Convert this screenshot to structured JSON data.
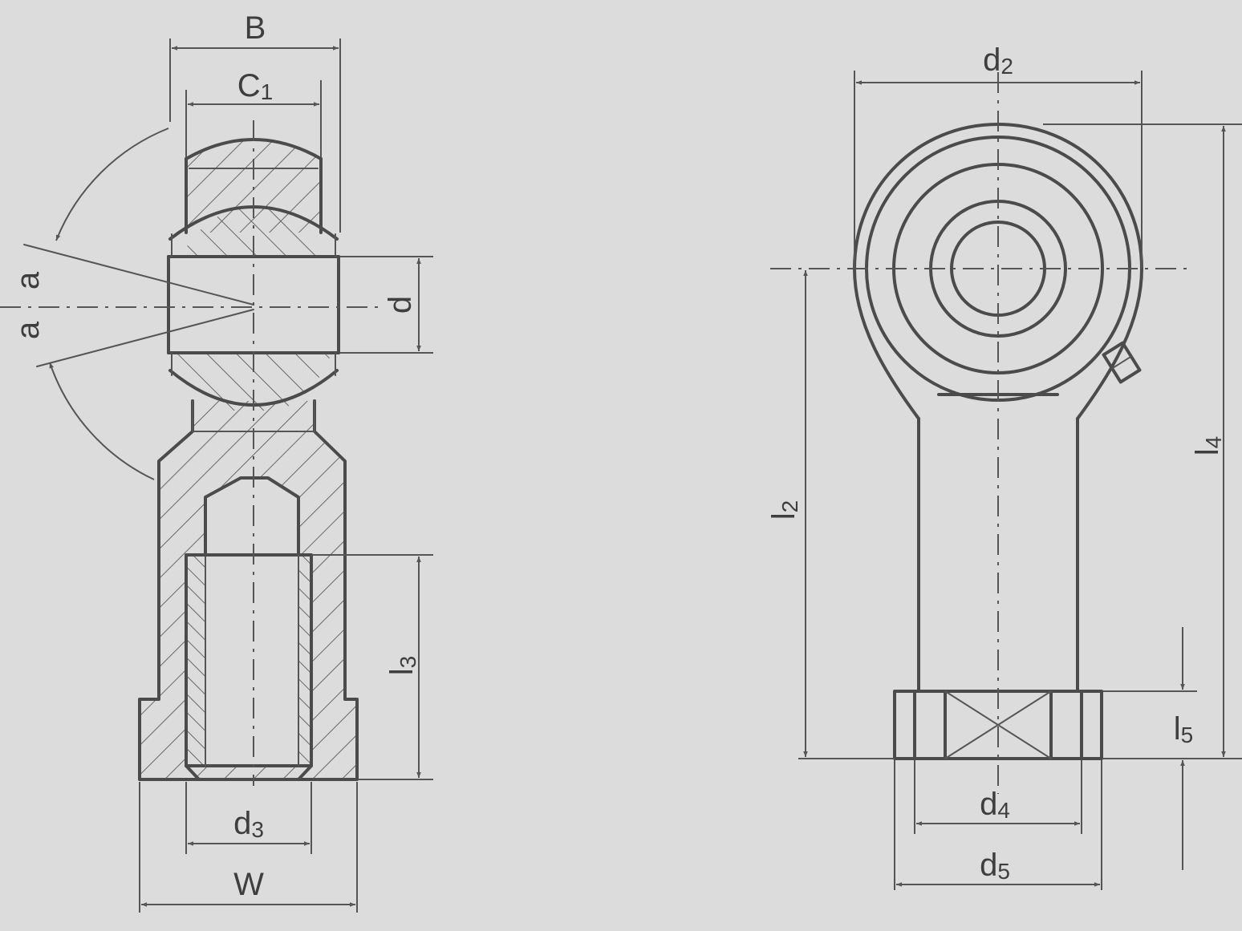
{
  "labels": {
    "B": "B",
    "C1": "C1",
    "d": "d",
    "a_upper": "a",
    "a_lower": "a",
    "l3": "l3",
    "d3": "d3",
    "W": "W",
    "d2": "d2",
    "l2": "l2",
    "l4": "l4",
    "l5": "l5",
    "d4": "d4",
    "d5": "d5"
  }
}
